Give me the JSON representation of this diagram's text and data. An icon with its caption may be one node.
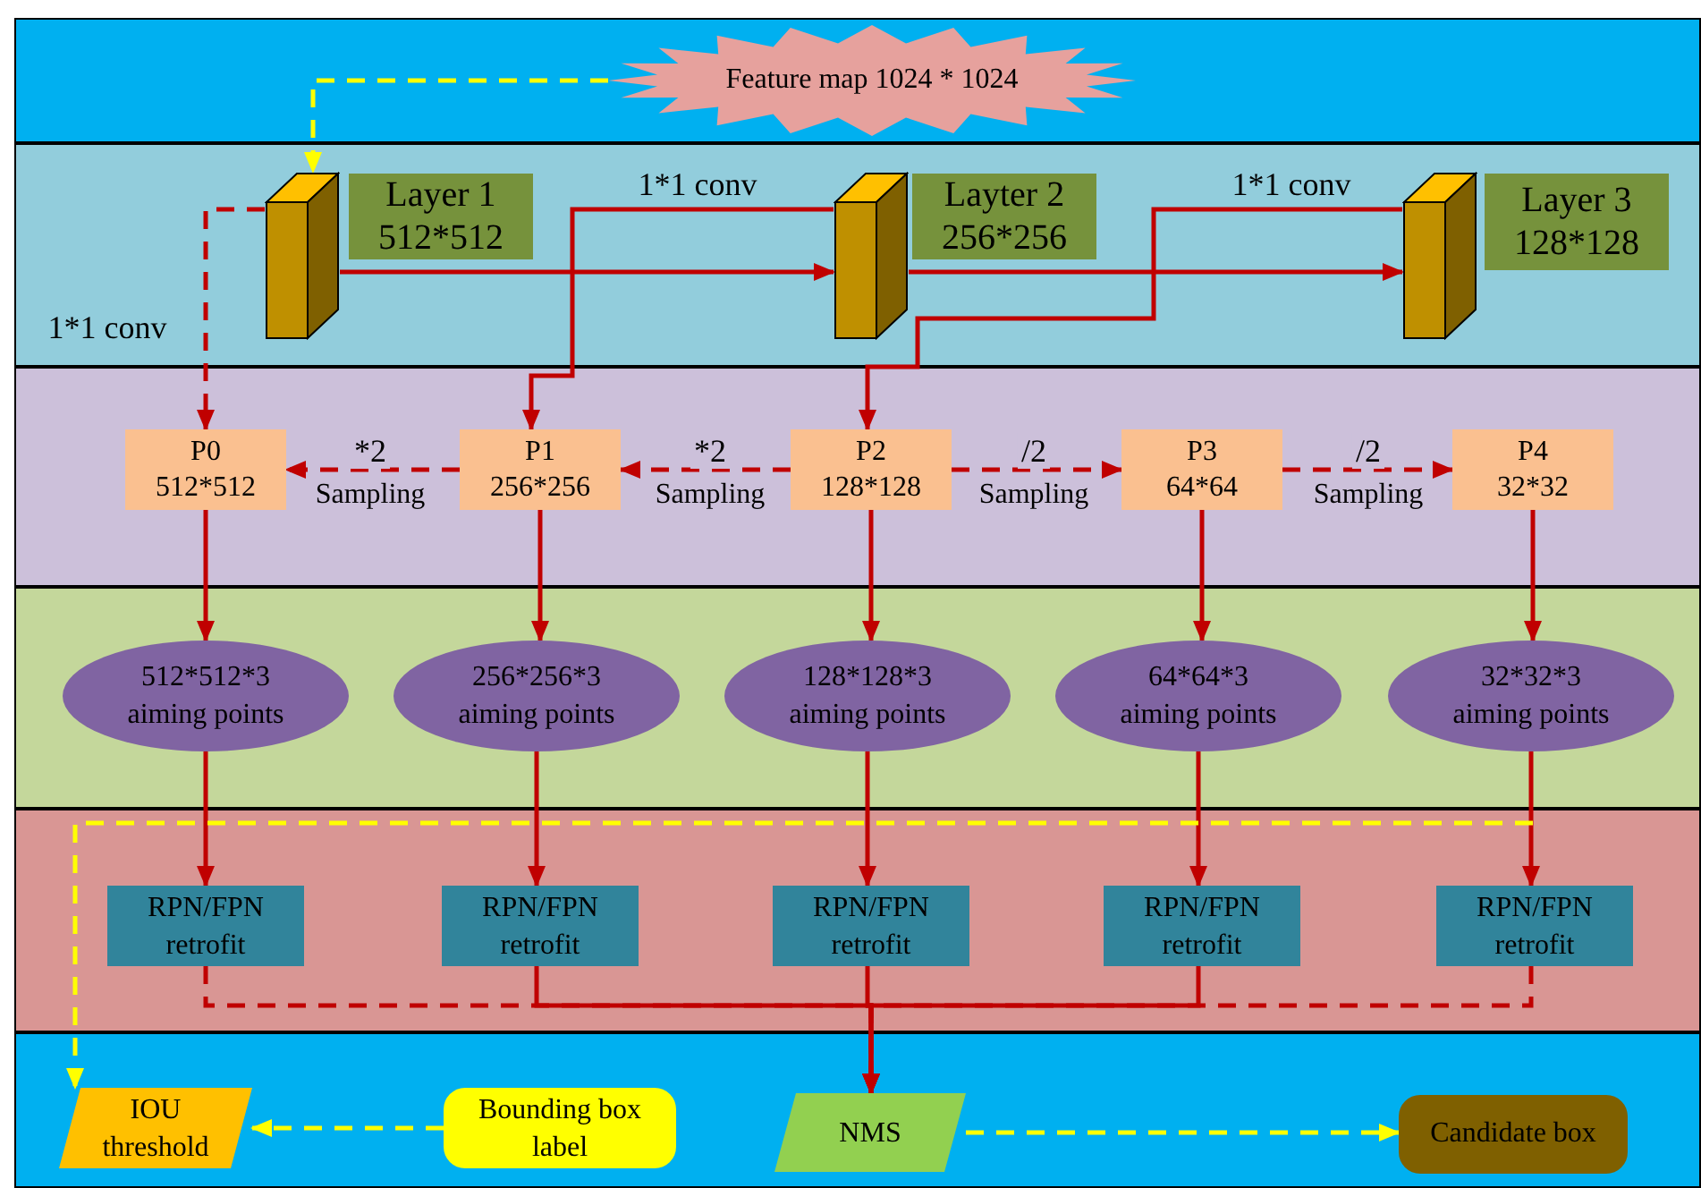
{
  "diagram": {
    "nodes": [
      {
        "text": [
          "Feature map 1024 * 1024"
        ]
      },
      {
        "text": [],
        "shape": "cube"
      },
      {
        "text": [
          "Layer 1",
          "512*512"
        ]
      },
      {
        "text": [],
        "shape": "cube"
      },
      {
        "text": [
          "Layter 2",
          "256*256"
        ]
      },
      {
        "text": [],
        "shape": "cube"
      },
      {
        "text": [
          "Layer 3",
          "128*128"
        ]
      },
      {
        "text": [
          "P0",
          "512*512"
        ]
      },
      {
        "text": [
          "P1",
          "256*256"
        ]
      },
      {
        "text": [
          "P2",
          "128*128"
        ]
      },
      {
        "text": [
          "P3",
          "64*64"
        ]
      },
      {
        "text": [
          "P4",
          "32*32"
        ]
      },
      {
        "text": [
          "512*512*3 aiming points"
        ]
      },
      {
        "text": [
          "256*256*3 aiming points"
        ]
      },
      {
        "text": [
          "128*128*3 aiming points"
        ]
      },
      {
        "text": [
          "64*64*3 aiming points"
        ]
      },
      {
        "text": [
          "32*32*3 aiming points"
        ]
      },
      {
        "text": [
          "RPN/FPN retrofit"
        ]
      },
      {
        "text": [
          "RPN/FPN retrofit"
        ]
      },
      {
        "text": [
          "RPN/FPN retrofit"
        ]
      },
      {
        "text": [
          "RPN/FPN retrofit"
        ]
      },
      {
        "text": [
          "RPN/FPN retrofit"
        ]
      },
      {
        "text": [
          "IOU threshold"
        ]
      },
      {
        "text": [
          "Bounding box label"
        ]
      },
      {
        "text": [
          "NMS"
        ]
      },
      {
        "text": [
          "Candidate box"
        ]
      }
    ],
    "edges": [
      {
        "from": 0,
        "to": 1,
        "arrow": "to",
        "style": "dashed",
        "color": "#ffff00"
      },
      {
        "from": 1,
        "to": 3,
        "arrow": "to"
      },
      {
        "from": 3,
        "to": 5,
        "arrow": "to"
      },
      {
        "from": 1,
        "to": 7,
        "arrow": "to",
        "style": "dashed",
        "label": "1*1 conv"
      },
      {
        "from": 3,
        "to": 8,
        "arrow": "to",
        "label": "1*1 conv"
      },
      {
        "from": 5,
        "to": 9,
        "arrow": "to",
        "label": "1*1 conv"
      },
      {
        "from": 8,
        "to": 7,
        "arrow": "to",
        "style": "dashed",
        "label": "*2"
      },
      {
        "from": 9,
        "to": 8,
        "arrow": "to",
        "style": "dashed",
        "label": "*2"
      },
      {
        "from": 9,
        "to": 10,
        "arrow": "to",
        "style": "dashed",
        "label": "/2"
      },
      {
        "from": 10,
        "to": 11,
        "arrow": "to",
        "style": "dashed",
        "label": "/2"
      },
      {
        "from": 7,
        "to": 12,
        "arrow": "to"
      },
      {
        "from": 8,
        "to": 13,
        "arrow": "to"
      },
      {
        "from": 9,
        "to": 14,
        "arrow": "to"
      },
      {
        "from": 10,
        "to": 15,
        "arrow": "to"
      },
      {
        "from": 11,
        "to": 16,
        "arrow": "to"
      },
      {
        "from": 12,
        "to": 17,
        "arrow": "to"
      },
      {
        "from": 13,
        "to": 18,
        "arrow": "to"
      },
      {
        "from": 14,
        "to": 19,
        "arrow": "to"
      },
      {
        "from": 15,
        "to": 20,
        "arrow": "to"
      },
      {
        "from": 16,
        "to": 21,
        "arrow": "to"
      },
      {
        "from": 17,
        "to": 24,
        "arrow": "to",
        "style": "dashed"
      },
      {
        "from": 18,
        "to": 24,
        "arrow": "to"
      },
      {
        "from": 19,
        "to": 24,
        "arrow": "to"
      },
      {
        "from": 20,
        "to": 24,
        "arrow": "to"
      },
      {
        "from": 21,
        "to": 24,
        "arrow": "to",
        "style": "dashed"
      },
      {
        "from": null,
        "to": 22,
        "arrow": "to",
        "style": "dashed",
        "color": "#ffff00"
      },
      {
        "from": 23,
        "to": 22,
        "arrow": "to",
        "style": "dashed",
        "color": "#ffff00"
      },
      {
        "from": 24,
        "to": 25,
        "arrow": "to",
        "style": "dashed",
        "color": "#ffff00"
      }
    ],
    "labels": [
      "Sampling",
      "Sampling",
      "Sampling",
      "Sampling"
    ]
  }
}
